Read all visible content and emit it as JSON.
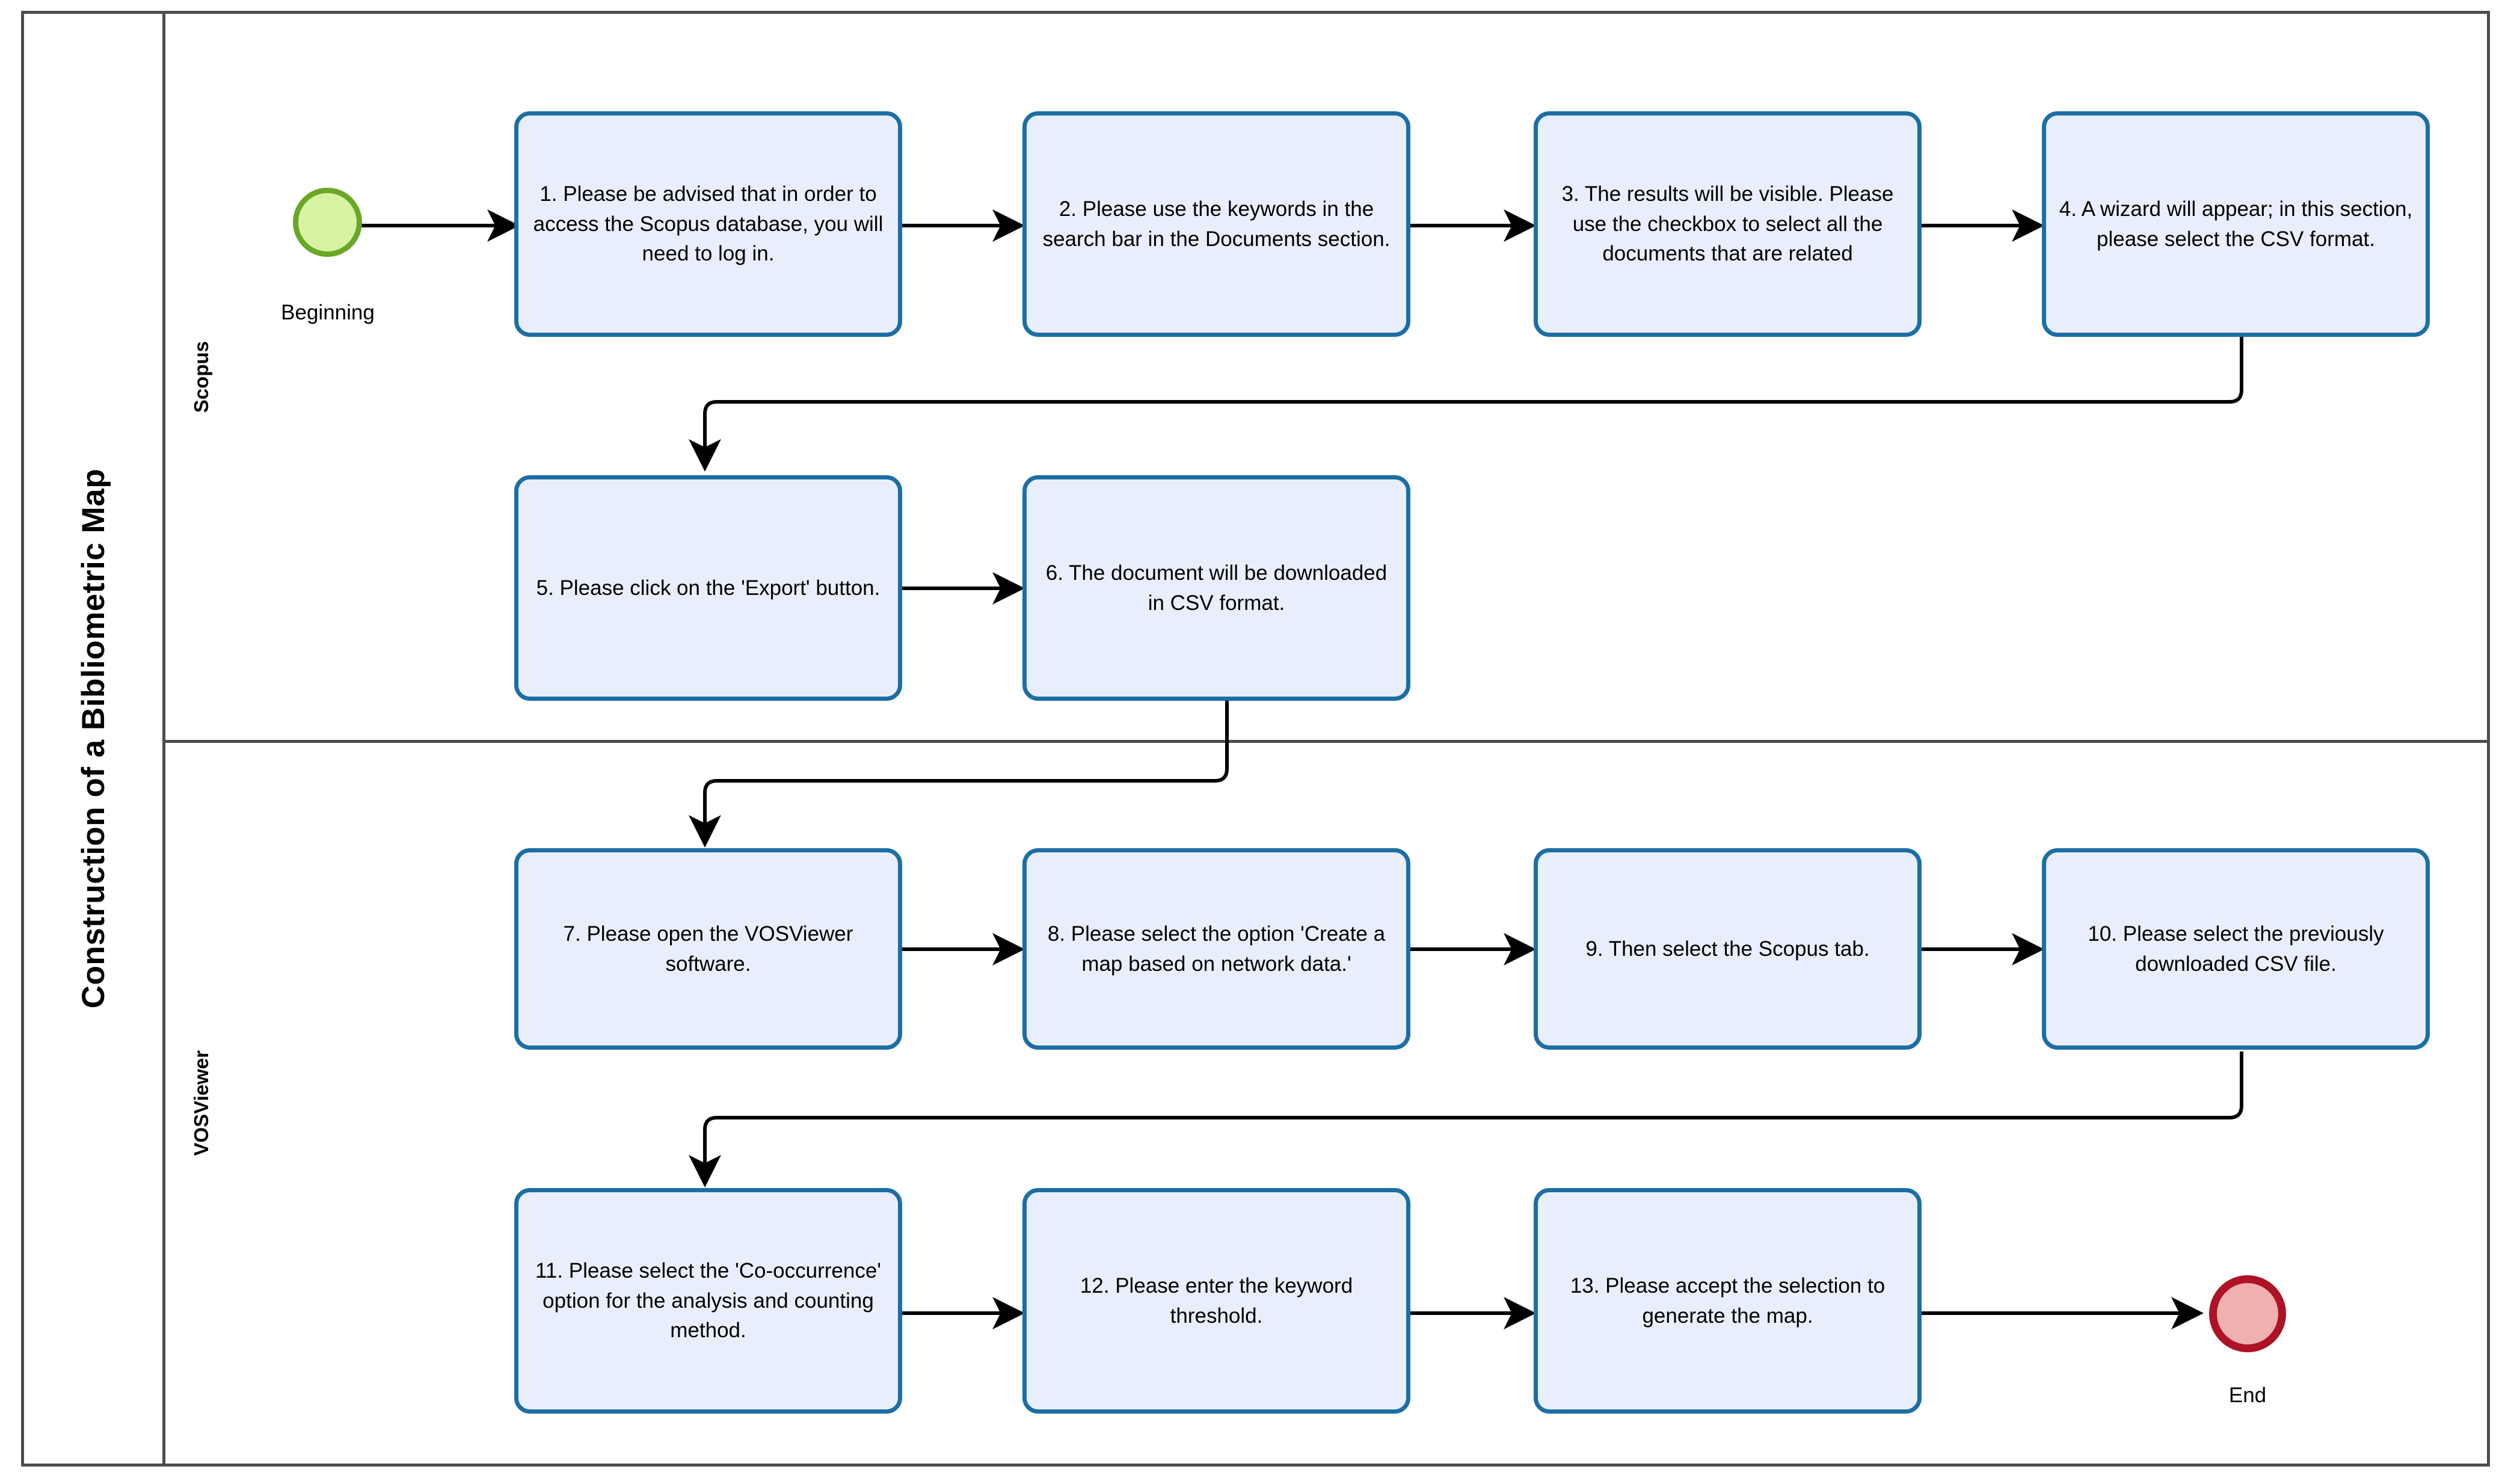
{
  "pool": {
    "title": "Construction of a Bibliometric Map",
    "lanes": [
      {
        "id": "scopus",
        "label": "Scopus"
      },
      {
        "id": "vosviewer",
        "label": "VOSViewer"
      }
    ]
  },
  "events": {
    "start": {
      "label": "Beginning",
      "fill": "#d8f2a4",
      "stroke": "#6aa727"
    },
    "end": {
      "label": "End",
      "fill": "#efb0b0",
      "stroke": "#ad1225"
    }
  },
  "style": {
    "task_fill": "#e9eefc",
    "task_stroke": "#1c6ea4",
    "lane_stroke": "#4d4d4d",
    "connector": "#000000"
  },
  "tasks": [
    {
      "id": "t1",
      "lane": "scopus",
      "text": "1. Please be advised that in order to access the Scopus database, you will need to log in."
    },
    {
      "id": "t2",
      "lane": "scopus",
      "text": "2. Please use the keywords in the search bar in the Documents section."
    },
    {
      "id": "t3",
      "lane": "scopus",
      "text": "3. The results will be visible. Please use the checkbox to select all the documents that are related"
    },
    {
      "id": "t4",
      "lane": "scopus",
      "text": "4. A wizard will appear; in this section, please select the CSV format."
    },
    {
      "id": "t5",
      "lane": "scopus",
      "text": "5. Please click on the 'Export' button."
    },
    {
      "id": "t6",
      "lane": "scopus",
      "text": "6. The document will be downloaded in CSV format."
    },
    {
      "id": "t7",
      "lane": "vosviewer",
      "text": "7. Please open the VOSViewer software."
    },
    {
      "id": "t8",
      "lane": "vosviewer",
      "text": "8. Please select the option 'Create a map based on network data.'"
    },
    {
      "id": "t9",
      "lane": "vosviewer",
      "text": "9. Then select the Scopus tab."
    },
    {
      "id": "t10",
      "lane": "vosviewer",
      "text": "10. Please select the previously downloaded CSV file."
    },
    {
      "id": "t11",
      "lane": "vosviewer",
      "text": "11. Please select the 'Co-occurrence' option for the analysis and counting method."
    },
    {
      "id": "t12",
      "lane": "vosviewer",
      "text": "12. Please enter the keyword threshold."
    },
    {
      "id": "t13",
      "lane": "vosviewer",
      "text": "13. Please accept the selection to generate the map."
    }
  ],
  "flow": [
    {
      "from": "start",
      "to": "t1"
    },
    {
      "from": "t1",
      "to": "t2"
    },
    {
      "from": "t2",
      "to": "t3"
    },
    {
      "from": "t3",
      "to": "t4"
    },
    {
      "from": "t4",
      "to": "t5"
    },
    {
      "from": "t5",
      "to": "t6"
    },
    {
      "from": "t6",
      "to": "t7"
    },
    {
      "from": "t7",
      "to": "t8"
    },
    {
      "from": "t8",
      "to": "t9"
    },
    {
      "from": "t9",
      "to": "t10"
    },
    {
      "from": "t10",
      "to": "t11"
    },
    {
      "from": "t11",
      "to": "t12"
    },
    {
      "from": "t12",
      "to": "t13"
    },
    {
      "from": "t13",
      "to": "end"
    }
  ]
}
